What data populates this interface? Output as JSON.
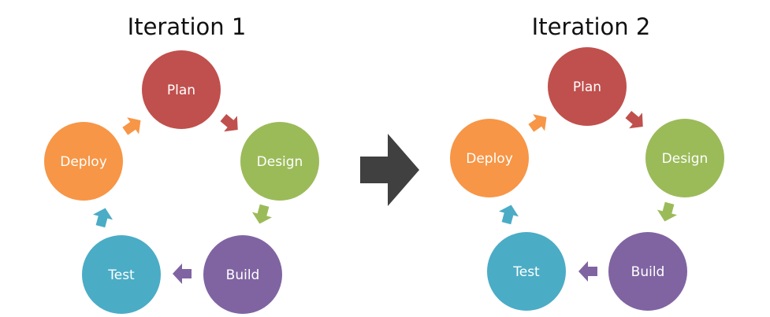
{
  "iterations": [
    {
      "title": "Iteration 1",
      "stages": [
        {
          "label": "Plan",
          "color": "#C0504D"
        },
        {
          "label": "Design",
          "color": "#9BBB59"
        },
        {
          "label": "Build",
          "color": "#8064A2"
        },
        {
          "label": "Test",
          "color": "#4BACC6"
        },
        {
          "label": "Deploy",
          "color": "#F79646"
        }
      ]
    },
    {
      "title": "Iteration 2",
      "stages": [
        {
          "label": "Plan",
          "color": "#C0504D"
        },
        {
          "label": "Design",
          "color": "#9BBB59"
        },
        {
          "label": "Build",
          "color": "#8064A2"
        },
        {
          "label": "Test",
          "color": "#4BACC6"
        },
        {
          "label": "Deploy",
          "color": "#F79646"
        }
      ]
    }
  ],
  "transition_arrow_color": "#404040"
}
